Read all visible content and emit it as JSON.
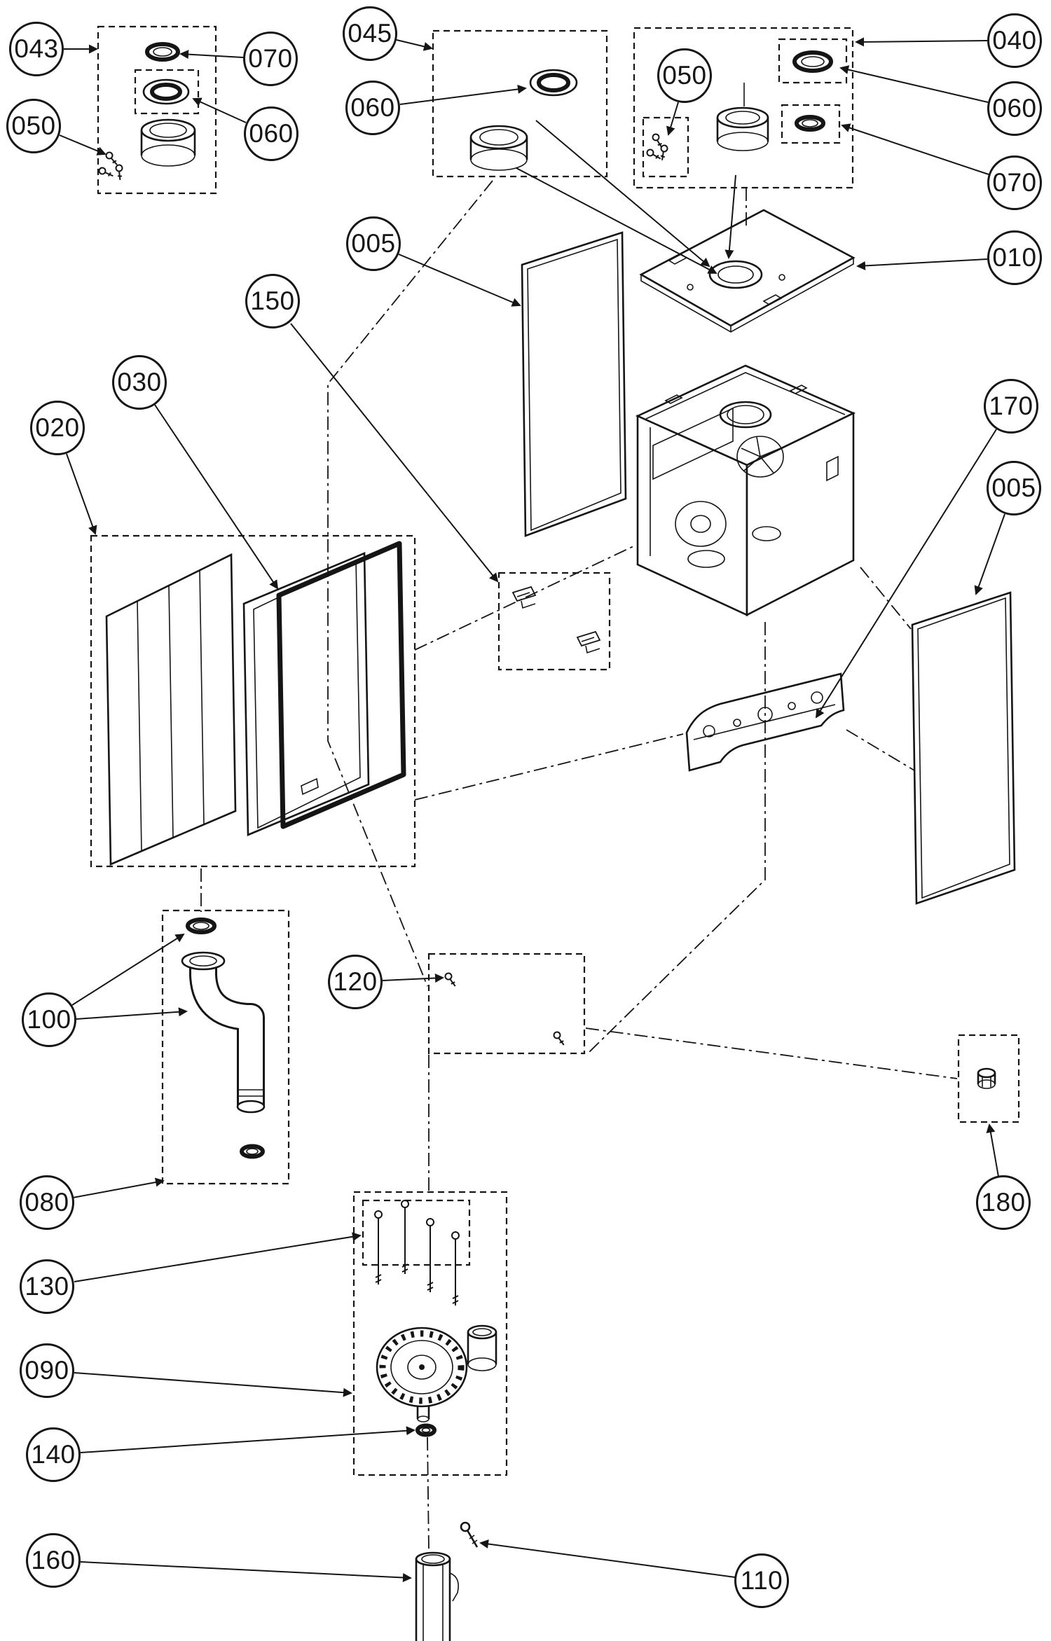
{
  "colors": {
    "ink": "#151515",
    "paper": "#ffffff"
  },
  "callouts": [
    {
      "label": "043"
    },
    {
      "label": "070"
    },
    {
      "label": "050"
    },
    {
      "label": "060"
    },
    {
      "label": "045"
    },
    {
      "label": "060"
    },
    {
      "label": "050"
    },
    {
      "label": "040"
    },
    {
      "label": "060"
    },
    {
      "label": "070"
    },
    {
      "label": "005"
    },
    {
      "label": "010"
    },
    {
      "label": "150"
    },
    {
      "label": "030"
    },
    {
      "label": "020"
    },
    {
      "label": "170"
    },
    {
      "label": "005"
    },
    {
      "label": "100"
    },
    {
      "label": "120"
    },
    {
      "label": "080"
    },
    {
      "label": "180"
    },
    {
      "label": "130"
    },
    {
      "label": "090"
    },
    {
      "label": "140"
    },
    {
      "label": "160"
    },
    {
      "label": "110"
    }
  ]
}
